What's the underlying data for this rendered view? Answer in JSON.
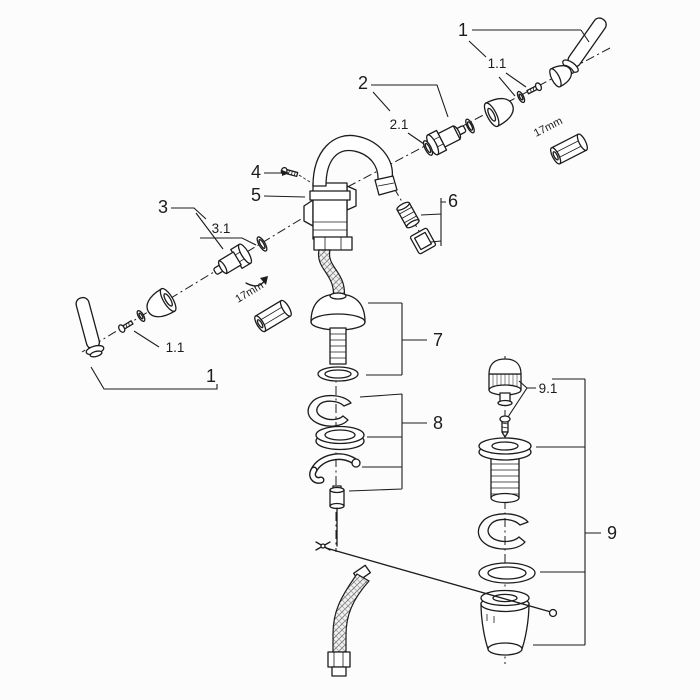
{
  "diagram": {
    "type": "exploded-parts-diagram",
    "subject": "single-hole basin faucet with pop-up drain",
    "colors": {
      "background": "#fcfcfc",
      "line": "#1c1c1c"
    },
    "labels": {
      "group1_right": "1",
      "sub1_right": "1.1",
      "group2": "2",
      "sub2": "2.1",
      "tool_right": "17mm",
      "screw4": "4",
      "collar5": "5",
      "aerator6": "6",
      "group3": "3",
      "sub3": "3.1",
      "tool_left": "17mm",
      "sub1_left": "1.1",
      "group1_left": "1",
      "group7": "7",
      "group8": "8",
      "sub9": "9.1",
      "group9": "9"
    }
  }
}
